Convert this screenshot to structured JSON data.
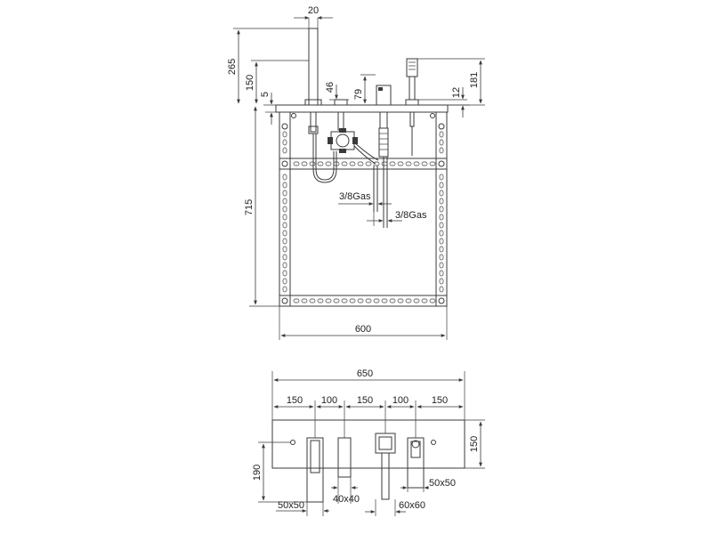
{
  "side_view": {
    "dims": {
      "spout_width": "20",
      "total_height": "265",
      "spout_height": "150",
      "deck_gap": "5",
      "valve_offset": "46",
      "handle_height": "79",
      "shower_height": "181",
      "shower_base": "12",
      "frame_height": "715",
      "frame_width": "600"
    },
    "gas_labels": [
      "3/8Gas",
      "3/8Gas"
    ]
  },
  "plan_view": {
    "dims": {
      "overall_width": "650",
      "spacing": [
        "150",
        "100",
        "150",
        "100",
        "150"
      ],
      "depth": "150",
      "side_offset": "190",
      "spout_section": "50x50",
      "valve_section": "40x40",
      "diverter_section": "60x60",
      "shower_section": "50x50"
    }
  }
}
